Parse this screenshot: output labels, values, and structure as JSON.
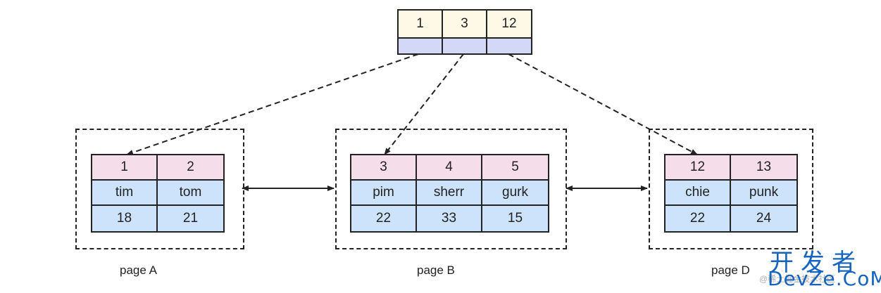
{
  "root": {
    "keys": [
      "1",
      "3",
      "12"
    ]
  },
  "pages": [
    {
      "label": "page A",
      "keys": [
        "1",
        "2"
      ],
      "names": [
        "tim",
        "tom"
      ],
      "ages": [
        "18",
        "21"
      ]
    },
    {
      "label": "page B",
      "keys": [
        "3",
        "4",
        "5"
      ],
      "names": [
        "pim",
        "sherr",
        "gurk"
      ],
      "ages": [
        "22",
        "33",
        "15"
      ]
    },
    {
      "label": "page D",
      "keys": [
        "12",
        "13"
      ],
      "names": [
        "chie",
        "punk"
      ],
      "ages": [
        "22",
        "24"
      ]
    }
  ],
  "watermark": {
    "line1": "开发者",
    "line2": "DevZe.CoM",
    "line3": "@稀土掘金技术社区"
  }
}
